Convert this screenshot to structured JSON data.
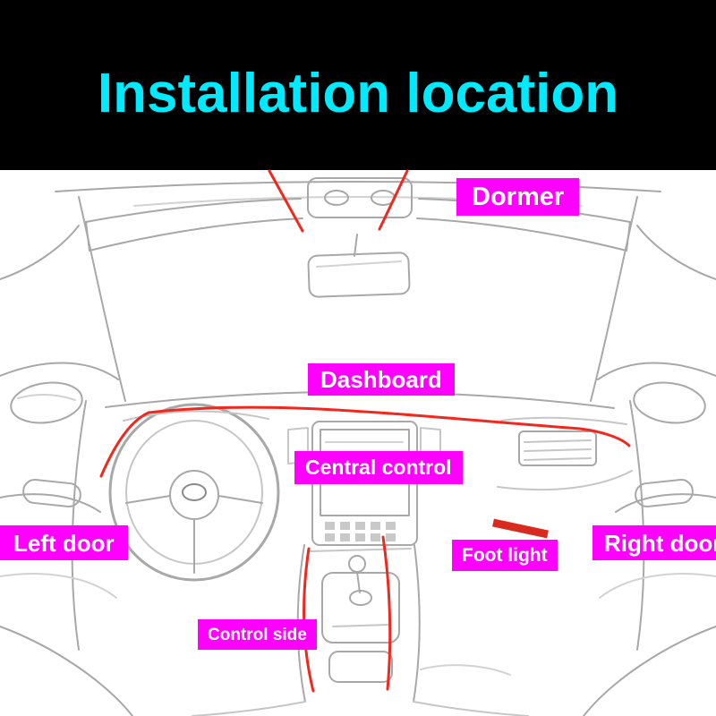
{
  "header": {
    "title": "Installation location"
  },
  "labels": {
    "dormer": "Dormer",
    "dashboard": "Dashboard",
    "central_control": "Central control",
    "left_door": "Left door",
    "right_door": "Right door",
    "foot_light": "Foot light",
    "control_side": "Control side"
  },
  "colors": {
    "header_bg": "#000000",
    "title_color": "#00eaff",
    "label_bg": "#ff00ff",
    "label_text": "#ffffff",
    "led_strip_color": "#f0281e",
    "sketch_stroke": "#a8a8a8"
  }
}
